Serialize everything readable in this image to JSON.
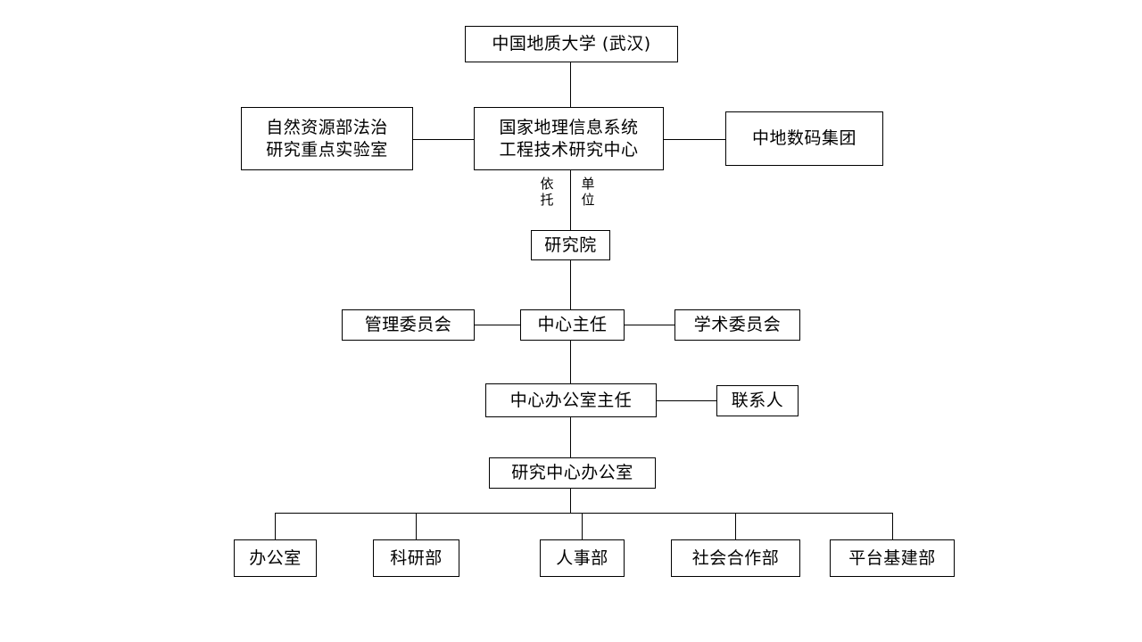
{
  "diagram": {
    "type": "organization-chart",
    "background_color": "#ffffff",
    "line_color": "#000000",
    "text_color": "#000000",
    "nodes": {
      "university": "中国地质大学 (武汉)",
      "key_lab": {
        "line1": "自然资源部法治",
        "line2": "研究重点实验室"
      },
      "center": {
        "line1": "国家地理信息系统",
        "line2": "工程技术研究中心"
      },
      "company": "中地数码集团",
      "institute": "研究院",
      "management_committee": "管理委员会",
      "center_director": "中心主任",
      "academic_committee": "学术委员会",
      "office_director": "中心办公室主任",
      "contact": "联系人",
      "center_office": "研究中心办公室",
      "dept_office": "办公室",
      "dept_research": "科研部",
      "dept_personnel": "人事部",
      "dept_social": "社会合作部",
      "dept_platform": "平台基建部"
    },
    "edge_labels": {
      "support_left": {
        "char1": "依",
        "char2": "托"
      },
      "support_right": {
        "char1": "单",
        "char2": "位"
      }
    }
  }
}
